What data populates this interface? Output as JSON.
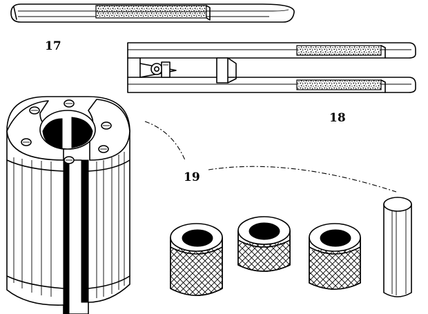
{
  "figure": {
    "labels": {
      "fig17": "17",
      "fig18": "18",
      "fig19": "19"
    }
  }
}
